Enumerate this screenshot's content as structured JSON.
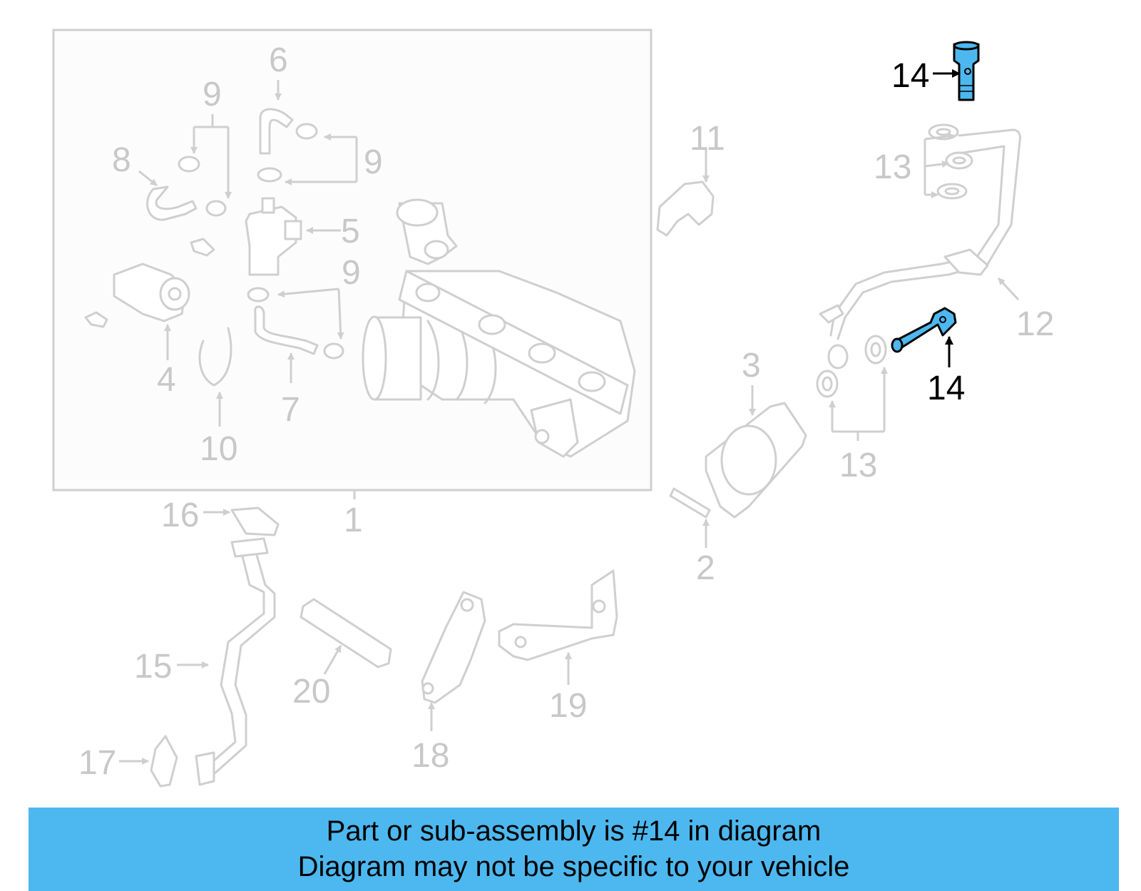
{
  "diagram": {
    "highlight_color": "#4db8ef",
    "part_color": "#cfcfcf",
    "callouts": {
      "c1": "1",
      "c2": "2",
      "c3": "3",
      "c4": "4",
      "c5": "5",
      "c6": "6",
      "c7": "7",
      "c8": "8",
      "c9a": "9",
      "c9b": "9",
      "c9c": "9",
      "c10": "10",
      "c11": "11",
      "c12": "12",
      "c13a": "13",
      "c13b": "13",
      "c14a": "14",
      "c14b": "14",
      "c15": "15",
      "c16": "16",
      "c17": "17",
      "c18": "18",
      "c19": "19",
      "c20": "20"
    }
  },
  "banner": {
    "line1": "Part or sub-assembly is #14 in diagram",
    "line2": "Diagram may not be specific to your vehicle"
  }
}
